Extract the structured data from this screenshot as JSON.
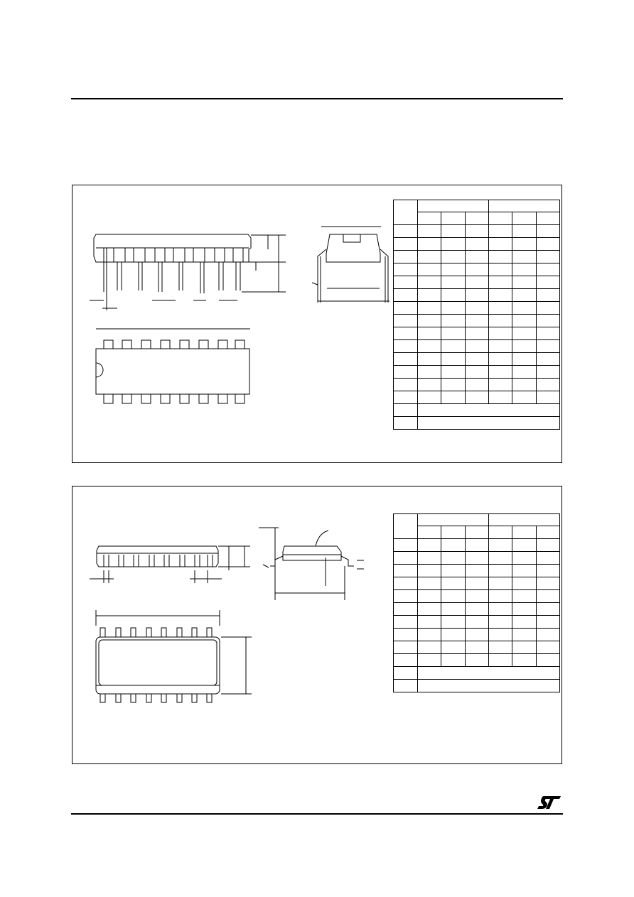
{
  "page": {
    "top_rule": true,
    "bottom_rule": true
  },
  "panels": [
    {
      "id": "dip16-plastic-package",
      "table": {
        "data_rows": 14,
        "merged_rows": 2,
        "value_columns": 6
      }
    },
    {
      "id": "so16-package",
      "table": {
        "data_rows": 10,
        "merged_rows": 2,
        "value_columns": 6
      }
    }
  ],
  "footer": {
    "logo_icon": "st-logo-icon"
  },
  "colors": {
    "ink": "#000000",
    "paper": "#ffffff"
  }
}
